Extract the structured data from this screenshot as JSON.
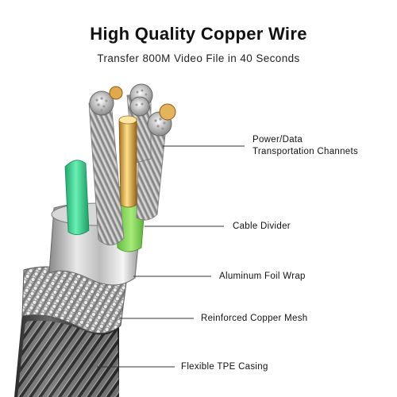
{
  "header": {
    "title": "High Quality Copper Wire",
    "subtitle": "Transfer 800M Video File in 40 Seconds"
  },
  "callouts": [
    {
      "id": "power-data",
      "lines": [
        "Power/Data",
        "Transportation Channets"
      ]
    },
    {
      "id": "cable-divider",
      "lines": [
        "Cable Divider"
      ]
    },
    {
      "id": "aluminum-foil",
      "lines": [
        "Aluminum Foil Wrap"
      ]
    },
    {
      "id": "copper-mesh",
      "lines": [
        "Reinforced Copper Mesh"
      ]
    },
    {
      "id": "tpe-casing",
      "lines": [
        "Flexible TPE Casing"
      ]
    }
  ],
  "colors": {
    "callout_line": "#333333",
    "divider_green": "#2fd38a",
    "gold_core": "#d9a441",
    "silver": "#b8b8b8",
    "casing": "#3a3a3a"
  }
}
